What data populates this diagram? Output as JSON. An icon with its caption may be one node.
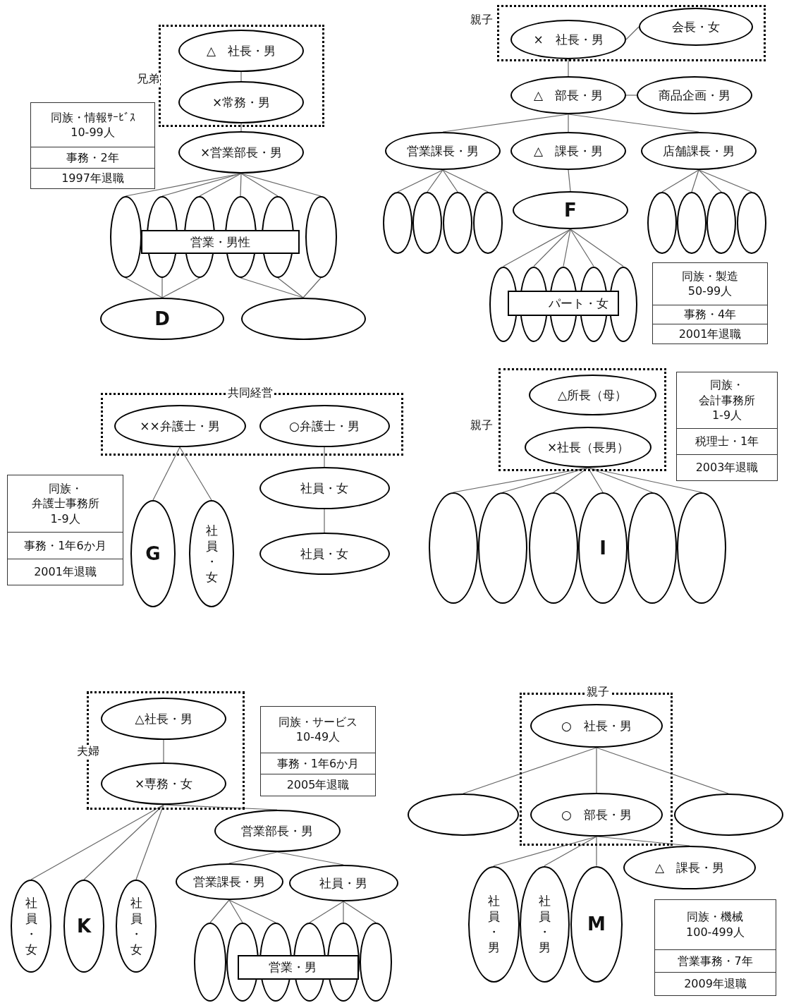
{
  "diagram": {
    "nodes": [
      {
        "text": [
          "兄弟"
        ]
      },
      {
        "text": [
          "△　社長・男"
        ],
        "in": 0
      },
      {
        "text": [
          "×常務・男"
        ],
        "in": 0
      },
      {
        "text": [
          "×営業部長・男"
        ]
      },
      {
        "text": [
          "同族・情報ｻｰﾋﾞｽ10-99人",
          "事務・2年",
          "1997年退職"
        ]
      },
      {
        "text": [],
        "shape": "ellipse"
      },
      {
        "text": [],
        "shape": "ellipse"
      },
      {
        "text": [],
        "shape": "ellipse"
      },
      {
        "text": [],
        "shape": "ellipse"
      },
      {
        "text": [],
        "shape": "ellipse"
      },
      {
        "text": [],
        "shape": "ellipse"
      },
      {
        "text": [
          "営業・男性"
        ]
      },
      {
        "text": [
          "D"
        ]
      },
      {
        "text": [],
        "shape": "ellipse"
      },
      {
        "text": [
          "親子"
        ]
      },
      {
        "text": [
          "×　社長・男"
        ],
        "in": 14
      },
      {
        "text": [
          "会長・女"
        ],
        "in": 14
      },
      {
        "text": [
          "△　部長・男"
        ]
      },
      {
        "text": [
          "商品企画・男"
        ]
      },
      {
        "text": [
          "営業課長・男"
        ]
      },
      {
        "text": [
          "△　課長・男"
        ]
      },
      {
        "text": [
          "店舗課長・男"
        ]
      },
      {
        "text": [],
        "shape": "ellipse"
      },
      {
        "text": [],
        "shape": "ellipse"
      },
      {
        "text": [],
        "shape": "ellipse"
      },
      {
        "text": [],
        "shape": "ellipse"
      },
      {
        "text": [
          "F"
        ]
      },
      {
        "text": [],
        "shape": "ellipse"
      },
      {
        "text": [],
        "shape": "ellipse"
      },
      {
        "text": [],
        "shape": "ellipse"
      },
      {
        "text": [],
        "shape": "ellipse"
      },
      {
        "text": [],
        "shape": "ellipse"
      },
      {
        "text": [],
        "shape": "ellipse"
      },
      {
        "text": [],
        "shape": "ellipse"
      },
      {
        "text": [],
        "shape": "ellipse"
      },
      {
        "text": [],
        "shape": "ellipse"
      },
      {
        "text": [
          "パート・女"
        ]
      },
      {
        "text": [
          "同族・製造50-99人",
          "事務・4年",
          "2001年退職"
        ]
      },
      {
        "text": [
          "共同経営"
        ]
      },
      {
        "text": [
          "××弁護士・男"
        ],
        "in": 38
      },
      {
        "text": [
          "○弁護士・男"
        ],
        "in": 38
      },
      {
        "text": [
          "同族・弁護士事務所1-9人",
          "事務・1年6か月",
          "2001年退職"
        ]
      },
      {
        "text": [
          "G"
        ]
      },
      {
        "text": [
          "社員・女"
        ]
      },
      {
        "text": [
          "社員・女"
        ]
      },
      {
        "text": [
          "社員・女"
        ]
      },
      {
        "text": [
          "親子"
        ]
      },
      {
        "text": [
          "△所長（母）"
        ],
        "in": 46
      },
      {
        "text": [
          "×社長（長男）"
        ],
        "in": 46
      },
      {
        "text": [
          "同族・会計事務所1-9人",
          "税理士・1年",
          "2003年退職"
        ]
      },
      {
        "text": [],
        "shape": "ellipse"
      },
      {
        "text": [],
        "shape": "ellipse"
      },
      {
        "text": [],
        "shape": "ellipse"
      },
      {
        "text": [
          "I"
        ]
      },
      {
        "text": [],
        "shape": "ellipse"
      },
      {
        "text": [],
        "shape": "ellipse"
      },
      {
        "text": [
          "夫婦"
        ]
      },
      {
        "text": [
          "△社長・男"
        ],
        "in": 56
      },
      {
        "text": [
          "×専務・女"
        ],
        "in": 56
      },
      {
        "text": [
          "同族・サービス10-49人",
          "事務・1年6か月",
          "2005年退職"
        ]
      },
      {
        "text": [
          "営業部長・男"
        ]
      },
      {
        "text": [
          "社員・女"
        ]
      },
      {
        "text": [
          "K"
        ]
      },
      {
        "text": [
          "社員・女"
        ]
      },
      {
        "text": [
          "営業課長・男"
        ]
      },
      {
        "text": [
          "社員・男"
        ]
      },
      {
        "text": [],
        "shape": "ellipse"
      },
      {
        "text": [],
        "shape": "ellipse"
      },
      {
        "text": [],
        "shape": "ellipse"
      },
      {
        "text": [],
        "shape": "ellipse"
      },
      {
        "text": [],
        "shape": "ellipse"
      },
      {
        "text": [],
        "shape": "ellipse"
      },
      {
        "text": [
          "営業・男"
        ]
      },
      {
        "text": [
          "親子"
        ]
      },
      {
        "text": [
          "○　社長・男"
        ],
        "in": 73
      },
      {
        "text": [],
        "shape": "ellipse"
      },
      {
        "text": [
          "○　部長・男"
        ],
        "in": 73
      },
      {
        "text": [],
        "shape": "ellipse"
      },
      {
        "text": [
          "△　課長・男"
        ]
      },
      {
        "text": [
          "社員・男"
        ]
      },
      {
        "text": [
          "社員・男"
        ]
      },
      {
        "text": [
          "M"
        ]
      },
      {
        "text": [
          "同族・機械100-499人",
          "営業事務・7年",
          "2009年退職"
        ]
      }
    ],
    "edges": [
      {
        "from": 1,
        "to": 2,
        "arrow": "none"
      },
      {
        "from": 2,
        "to": 3,
        "arrow": "none"
      },
      {
        "from": 3,
        "to": 5,
        "arrow": "none"
      },
      {
        "from": 3,
        "to": 6,
        "arrow": "none"
      },
      {
        "from": 3,
        "to": 7,
        "arrow": "none"
      },
      {
        "from": 3,
        "to": 8,
        "arrow": "none"
      },
      {
        "from": 3,
        "to": 9,
        "arrow": "none"
      },
      {
        "from": 3,
        "to": 10,
        "arrow": "none"
      },
      {
        "from": 5,
        "to": 12,
        "arrow": "none"
      },
      {
        "from": 6,
        "to": 12,
        "arrow": "none"
      },
      {
        "from": 7,
        "to": 12,
        "arrow": "none"
      },
      {
        "from": 8,
        "to": 13,
        "arrow": "none"
      },
      {
        "from": 9,
        "to": 13,
        "arrow": "none"
      },
      {
        "from": 10,
        "to": 13,
        "arrow": "none"
      },
      {
        "from": 15,
        "to": 16,
        "arrow": "none"
      },
      {
        "from": 15,
        "to": 17,
        "arrow": "none"
      },
      {
        "from": 17,
        "to": 18,
        "arrow": "none"
      },
      {
        "from": 17,
        "to": 19,
        "arrow": "none"
      },
      {
        "from": 17,
        "to": 20,
        "arrow": "none"
      },
      {
        "from": 17,
        "to": 21,
        "arrow": "none"
      },
      {
        "from": 19,
        "to": 22,
        "arrow": "none"
      },
      {
        "from": 19,
        "to": 23,
        "arrow": "none"
      },
      {
        "from": 19,
        "to": 24,
        "arrow": "none"
      },
      {
        "from": 19,
        "to": 25,
        "arrow": "none"
      },
      {
        "from": 20,
        "to": 26,
        "arrow": "none"
      },
      {
        "from": 21,
        "to": 27,
        "arrow": "none"
      },
      {
        "from": 21,
        "to": 28,
        "arrow": "none"
      },
      {
        "from": 21,
        "to": 29,
        "arrow": "none"
      },
      {
        "from": 21,
        "to": 30,
        "arrow": "none"
      },
      {
        "from": 26,
        "to": 31,
        "arrow": "none"
      },
      {
        "from": 26,
        "to": 32,
        "arrow": "none"
      },
      {
        "from": 26,
        "to": 33,
        "arrow": "none"
      },
      {
        "from": 26,
        "to": 34,
        "arrow": "none"
      },
      {
        "from": 26,
        "to": 35,
        "arrow": "none"
      },
      {
        "from": 39,
        "to": 42,
        "arrow": "none"
      },
      {
        "from": 39,
        "to": 43,
        "arrow": "none"
      },
      {
        "from": 40,
        "to": 44,
        "arrow": "none"
      },
      {
        "from": 44,
        "to": 45,
        "arrow": "none"
      },
      {
        "from": 48,
        "to": 50,
        "arrow": "none"
      },
      {
        "from": 48,
        "to": 51,
        "arrow": "none"
      },
      {
        "from": 48,
        "to": 52,
        "arrow": "none"
      },
      {
        "from": 48,
        "to": 53,
        "arrow": "none"
      },
      {
        "from": 48,
        "to": 54,
        "arrow": "none"
      },
      {
        "from": 48,
        "to": 55,
        "arrow": "none"
      },
      {
        "from": 57,
        "to": 58,
        "arrow": "none"
      },
      {
        "from": 58,
        "to": 61,
        "arrow": "none"
      },
      {
        "from": 58,
        "to": 62,
        "arrow": "none"
      },
      {
        "from": 58,
        "to": 63,
        "arrow": "none"
      },
      {
        "from": 58,
        "to": 60,
        "arrow": "none"
      },
      {
        "from": 60,
        "to": 64,
        "arrow": "none"
      },
      {
        "from": 60,
        "to": 65,
        "arrow": "none"
      },
      {
        "from": 64,
        "to": 66,
        "arrow": "none"
      },
      {
        "from": 64,
        "to": 67,
        "arrow": "none"
      },
      {
        "from": 64,
        "to": 68,
        "arrow": "none"
      },
      {
        "from": 65,
        "to": 69,
        "arrow": "none"
      },
      {
        "from": 65,
        "to": 70,
        "arrow": "none"
      },
      {
        "from": 65,
        "to": 71,
        "arrow": "none"
      },
      {
        "from": 74,
        "to": 75,
        "arrow": "none"
      },
      {
        "from": 74,
        "to": 76,
        "arrow": "none"
      },
      {
        "from": 74,
        "to": 77,
        "arrow": "none"
      },
      {
        "from": 76,
        "to": 79,
        "arrow": "none"
      },
      {
        "from": 76,
        "to": 80,
        "arrow": "none"
      },
      {
        "from": 76,
        "to": 81,
        "arrow": "none"
      },
      {
        "from": 76,
        "to": 78,
        "arrow": "none"
      }
    ]
  }
}
